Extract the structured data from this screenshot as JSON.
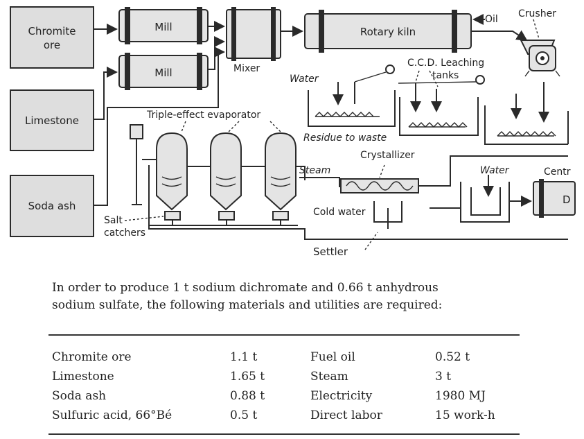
{
  "diagram": {
    "labels": {
      "chromite_ore_line1": "Chromite",
      "chromite_ore_line2": "ore",
      "limestone": "Limestone",
      "soda_ash": "Soda ash",
      "mill_1": "Mill",
      "mill_2": "Mill",
      "mixer": "Mixer",
      "rotary_kiln": "Rotary kiln",
      "oil": "Oil",
      "crusher": "Crusher",
      "ccd_line1": "C.C.D. Leaching",
      "ccd_line2": "tanks",
      "water_1": "Water",
      "residue": "Residue to waste",
      "triple_effect": "Triple-effect evaporator",
      "crystallizer": "Crystallizer",
      "steam": "Steam",
      "water_2": "Water",
      "centr": "Centr",
      "d_unit": "D",
      "cold_water": "Cold water",
      "settler": "Settler",
      "salt_line1": "Salt",
      "salt_line2": "catchers"
    }
  },
  "caption": {
    "line1": "In order to produce 1 t sodium dichromate and 0.66 t anhydrous",
    "line2": "sodium sulfate, the following materials and utilities are required:"
  },
  "requirements": {
    "left": [
      {
        "item": "Chromite ore",
        "amount": "1.1 t"
      },
      {
        "item": "Limestone",
        "amount": "1.65 t"
      },
      {
        "item": "Soda ash",
        "amount": "0.88 t"
      },
      {
        "item": "Sulfuric acid, 66°Bé",
        "amount": "0.5 t"
      }
    ],
    "right": [
      {
        "item": "Fuel oil",
        "amount": "0.52 t"
      },
      {
        "item": "Steam",
        "amount": "3 t"
      },
      {
        "item": "Electricity",
        "amount": "1980 MJ"
      },
      {
        "item": "Direct labor",
        "amount": "15 work-h"
      }
    ]
  }
}
